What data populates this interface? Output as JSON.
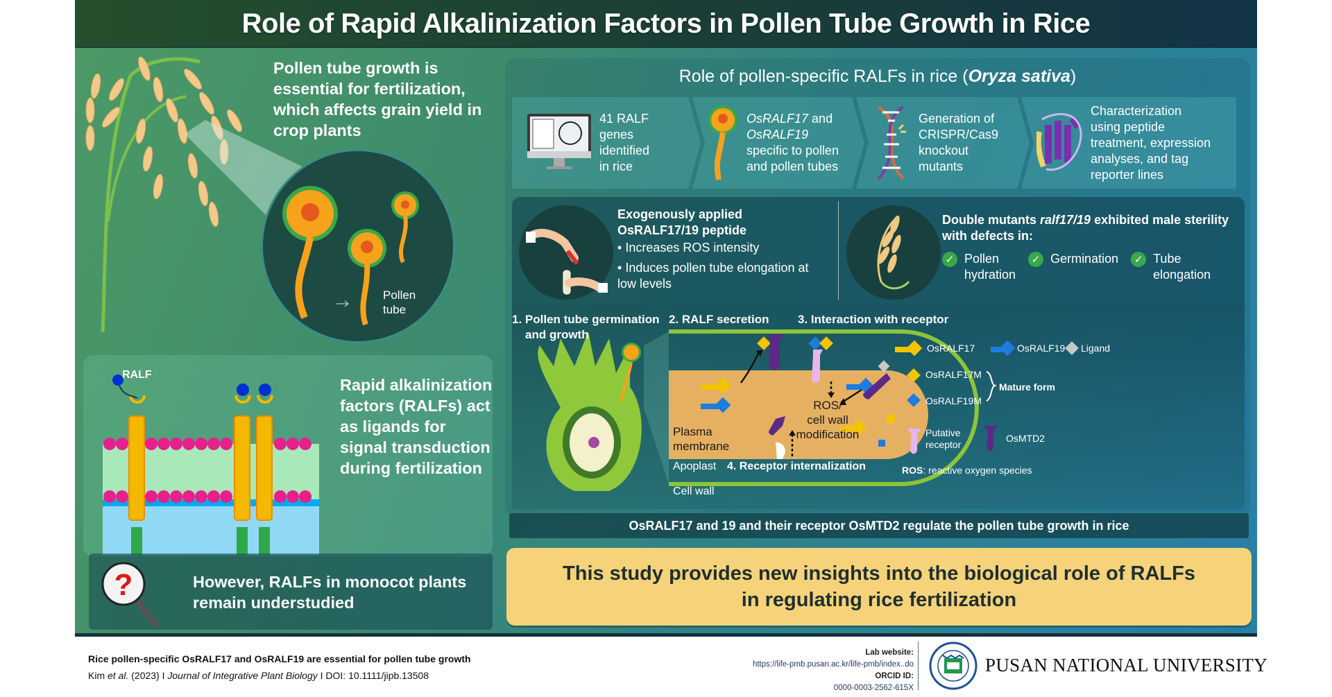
{
  "title": "Role of Rapid Alkalinization Factors in Pollen Tube Growth in Rice",
  "left": {
    "intro": "Pollen tube growth is essential for fertilization, which affects grain yield in crop plants",
    "pollen_label_1": "Pollen",
    "pollen_label_2": "tube",
    "ralf_label": "RALF",
    "ralf_text": "Rapid alkalinization factors (RALFs) act as ligands for signal transduction during fertilization",
    "monocot_text": "However, RALFs in monocot plants remain understudied"
  },
  "right": {
    "title_prefix": "Role of pollen-specific RALFs in rice (",
    "title_italic": "Oryza sativa",
    "title_suffix": ")",
    "steps": [
      {
        "icon": "computer-monitor-icon",
        "lines": [
          "41 RALF",
          "genes",
          "identified",
          "in rice"
        ]
      },
      {
        "icon": "pollen-grain-icon",
        "italic_1": "OsRALF17",
        "text_1": " and",
        "italic_2": "OsRALF19",
        "lines": [
          "specific to pollen",
          "and pollen tubes"
        ]
      },
      {
        "icon": "dna-helix-icon",
        "lines": [
          "Generation of",
          "CRISPR/Cas9",
          "knockout",
          "mutants"
        ]
      },
      {
        "icon": "protein-structure-icon",
        "lines": [
          "Characterization",
          "using peptide",
          "treatment, expression",
          "analyses, and tag",
          "reporter lines"
        ]
      }
    ],
    "exogenous": {
      "title_1": "Exogenously applied",
      "title_2": "OsRALF17/19 peptide",
      "bullets": [
        "Increases ROS intensity",
        "Induces pollen tube elongation at low levels"
      ]
    },
    "double_mutants": {
      "title_prefix": "Double mutants ",
      "title_italic": "ralf17/19",
      "title_suffix": " exhibited male sterility with defects in:",
      "defects": [
        {
          "line1": "Pollen",
          "line2": "hydration"
        },
        {
          "line1": "Germination",
          "line2": ""
        },
        {
          "line1": "Tube",
          "line2": "elongation"
        }
      ]
    },
    "mechanism": {
      "step1_a": "1. Pollen tube germination",
      "step1_b": "and growth",
      "step2": "2. RALF secretion",
      "step3": "3. Interaction with receptor",
      "step4": "4. Receptor internalization",
      "ros_1": "ROS/",
      "ros_2": "cell wall",
      "ros_3": "modification",
      "plasma_1": "Plasma",
      "plasma_2": "membrane",
      "apoplast": "Apoplast",
      "cell_wall": "Cell wall"
    },
    "legend": {
      "osralf17": "OsRALF17",
      "osralf19": "OsRALF19",
      "ligand": "Ligand",
      "osralf17m": "OsRALF17M",
      "osralf19m": "OsRALF19M",
      "mature_form": "Mature form",
      "putative_1": "Putative",
      "putative_2": "receptor",
      "osmtd2": "OsMTD2",
      "ros_abbr": "ROS",
      "ros_def": ": reactive oxygen species",
      "colors": {
        "osralf17": "#f5c400",
        "osralf19": "#1e7be0",
        "ligand": "#c8c8c8",
        "putative_receptor": "#e7b6ee",
        "osmtd2": "#5a2a86"
      }
    },
    "summary": "OsRALF17 and 19 and their receptor OsMTD2 regulate the pollen tube growth in rice",
    "conclusion_1": "This study provides new insights into the biological role of  RALFs",
    "conclusion_2": "in regulating rice fertilization"
  },
  "footer": {
    "paper_title": "Rice pollen-specific OsRALF17 and OsRALF19 are essential for pollen tube growth",
    "author": "Kim ",
    "etal": "et al.",
    "year": " (2023)  I  ",
    "journal": "Journal of Integrative Plant Biology",
    "doi": "  I  DOI: 10.1111/jipb.13508",
    "lab_label": "Lab website:",
    "lab_url": "https://life-pmb.pusan.ac.kr/life-pmb/index..do",
    "orcid_label": "ORCID ID:",
    "orcid": "0000-0003-2562-615X",
    "university": "PUSAN NATIONAL UNIVERSITY"
  }
}
